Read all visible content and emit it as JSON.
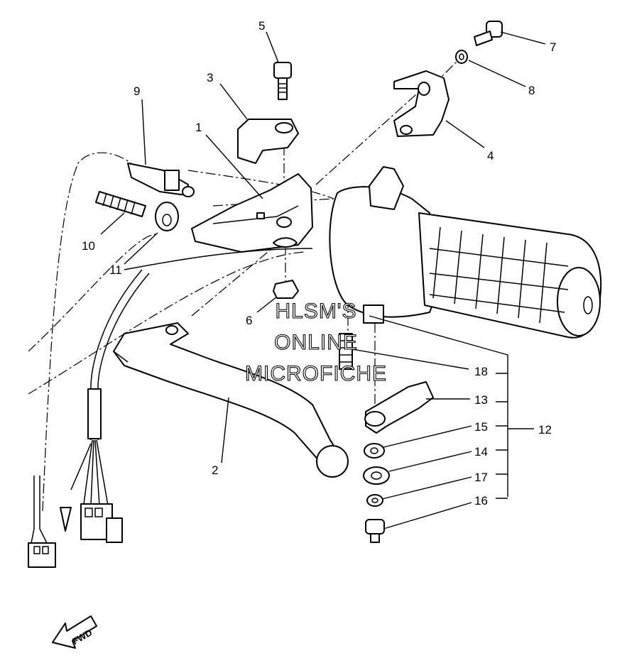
{
  "callouts": {
    "c1": "1",
    "c2": "2",
    "c3": "3",
    "c4": "4",
    "c5": "5",
    "c6": "6",
    "c7": "7",
    "c8": "8",
    "c9": "9",
    "c10": "10",
    "c11": "11",
    "c12": "12",
    "c13": "13",
    "c14": "14",
    "c15": "15",
    "c16": "16",
    "c17": "17",
    "c18": "18"
  },
  "watermark": {
    "line1": "HLSM'S",
    "line2": "ONLINE",
    "line3": "MICROFICHE"
  },
  "direction_marker": {
    "label": "FWD"
  }
}
